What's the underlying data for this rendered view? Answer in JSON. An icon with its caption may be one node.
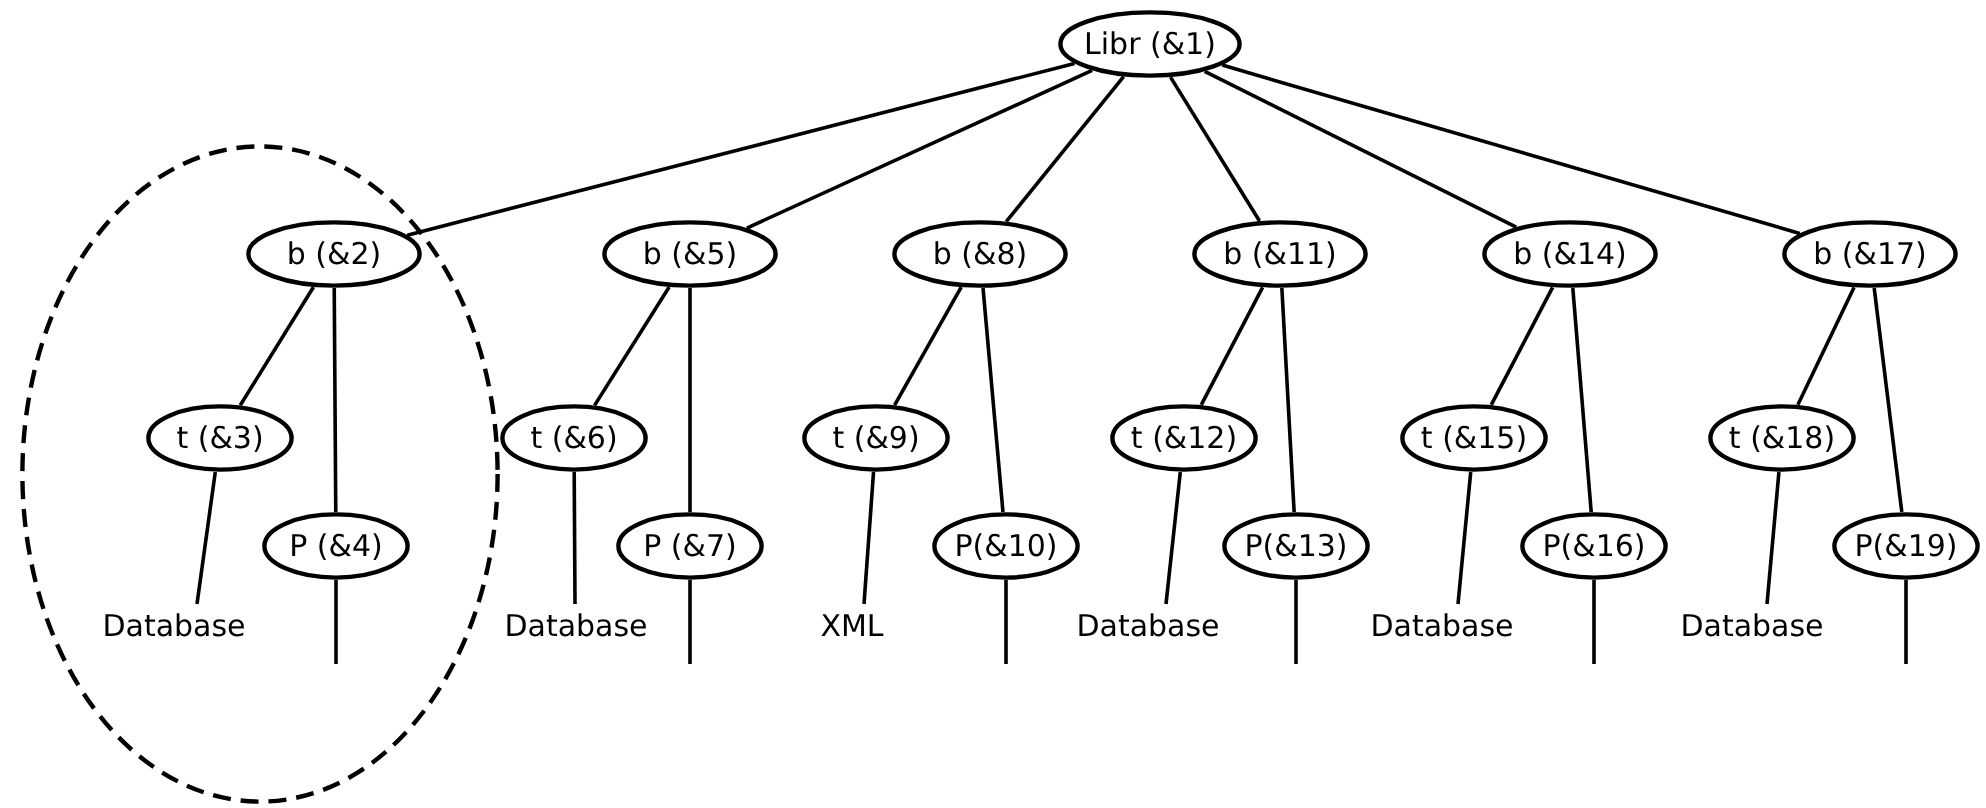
{
  "diagram": {
    "nodes": [
      {
        "text": [
          "Libr (&1)"
        ]
      },
      {
        "text": [],
        "shape": "ellipse"
      },
      {
        "text": [
          "b (&2)"
        ],
        "in": 1
      },
      {
        "text": [
          "t (&3)"
        ],
        "in": 1
      },
      {
        "text": [
          "Database"
        ],
        "in": 1
      },
      {
        "text": [
          "P (&4)"
        ],
        "in": 1
      },
      {
        "text": [
          "b (&5)"
        ]
      },
      {
        "text": [
          "t (&6)"
        ]
      },
      {
        "text": [
          "Database"
        ]
      },
      {
        "text": [
          "P (&7)"
        ]
      },
      {
        "text": [
          "b (&8)"
        ]
      },
      {
        "text": [
          "t (&9)"
        ]
      },
      {
        "text": [
          "XML"
        ]
      },
      {
        "text": [
          "P(&10)"
        ]
      },
      {
        "text": [
          "b (&11)"
        ]
      },
      {
        "text": [
          "t (&12)"
        ]
      },
      {
        "text": [
          "Database"
        ]
      },
      {
        "text": [
          "P(&13)"
        ]
      },
      {
        "text": [
          "b (&14)"
        ]
      },
      {
        "text": [
          "t (&15)"
        ]
      },
      {
        "text": [
          "Database"
        ]
      },
      {
        "text": [
          "P(&16)"
        ]
      },
      {
        "text": [
          "b (&17)"
        ]
      },
      {
        "text": [
          "t (&18)"
        ]
      },
      {
        "text": [
          "Database"
        ]
      },
      {
        "text": [
          "P(&19)"
        ]
      }
    ],
    "edges": [
      {
        "from": 0,
        "to": 2,
        "arrow": "none"
      },
      {
        "from": 0,
        "to": 6,
        "arrow": "none"
      },
      {
        "from": 0,
        "to": 10,
        "arrow": "none"
      },
      {
        "from": 0,
        "to": 14,
        "arrow": "none"
      },
      {
        "from": 0,
        "to": 18,
        "arrow": "none"
      },
      {
        "from": 0,
        "to": 22,
        "arrow": "none"
      },
      {
        "from": 2,
        "to": 3,
        "arrow": "none"
      },
      {
        "from": 2,
        "to": 5,
        "arrow": "none"
      },
      {
        "from": 3,
        "to": 4,
        "arrow": "none"
      },
      {
        "from": 5,
        "to": null,
        "arrow": "none"
      },
      {
        "from": 6,
        "to": 7,
        "arrow": "none"
      },
      {
        "from": 6,
        "to": 9,
        "arrow": "none"
      },
      {
        "from": 7,
        "to": 8,
        "arrow": "none"
      },
      {
        "from": 9,
        "to": null,
        "arrow": "none"
      },
      {
        "from": 10,
        "to": 11,
        "arrow": "none"
      },
      {
        "from": 10,
        "to": 13,
        "arrow": "none"
      },
      {
        "from": 11,
        "to": 12,
        "arrow": "none"
      },
      {
        "from": 13,
        "to": null,
        "arrow": "none"
      },
      {
        "from": 14,
        "to": 15,
        "arrow": "none"
      },
      {
        "from": 14,
        "to": 17,
        "arrow": "none"
      },
      {
        "from": 15,
        "to": 16,
        "arrow": "none"
      },
      {
        "from": 17,
        "to": null,
        "arrow": "none"
      },
      {
        "from": 18,
        "to": 19,
        "arrow": "none"
      },
      {
        "from": 18,
        "to": 21,
        "arrow": "none"
      },
      {
        "from": 19,
        "to": 20,
        "arrow": "none"
      },
      {
        "from": 21,
        "to": null,
        "arrow": "none"
      },
      {
        "from": 22,
        "to": 23,
        "arrow": "none"
      },
      {
        "from": 22,
        "to": 25,
        "arrow": "none"
      },
      {
        "from": 23,
        "to": 24,
        "arrow": "none"
      },
      {
        "from": 25,
        "to": null,
        "arrow": "none"
      }
    ]
  }
}
